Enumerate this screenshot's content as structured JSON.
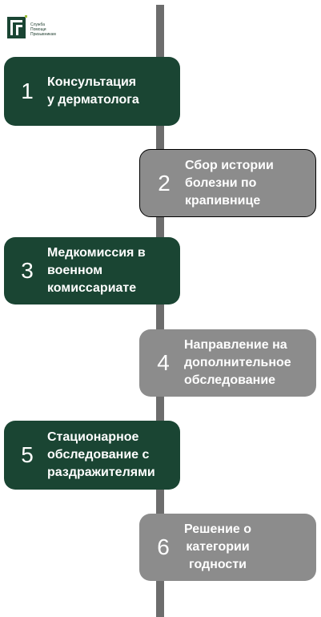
{
  "logo": {
    "line1": "Служба",
    "line2": "Помощи",
    "line3": "Призывникам"
  },
  "colors": {
    "dark_step": "#1a4533",
    "light_step": "#8c8c8c",
    "timeline": "#6d6d6d"
  },
  "steps": [
    {
      "number": "1",
      "text": "Консультация\nу дерматолога"
    },
    {
      "number": "2",
      "text": "Сбор истории\nболезни по\nкрапивнице"
    },
    {
      "number": "3",
      "text": "Медкомиссия в\nвоенном\nкомиссариате"
    },
    {
      "number": "4",
      "text": "Направление на\nдополнительное\nобследование"
    },
    {
      "number": "5",
      "text": "Стационарное\nобследование с\nраздражителями"
    },
    {
      "number": "6",
      "text": "Решение о\nкатегории\nгодности"
    }
  ]
}
